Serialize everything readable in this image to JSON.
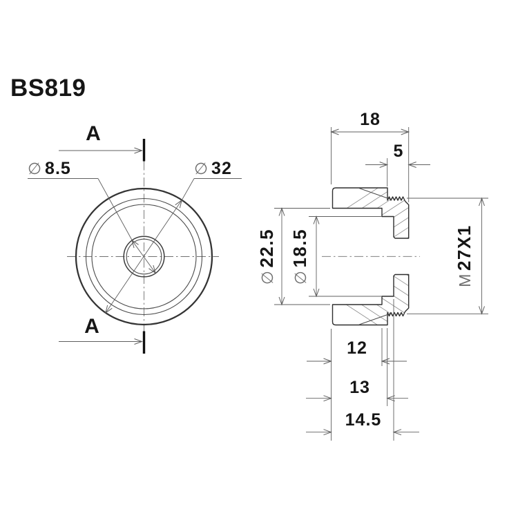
{
  "title": "BS819",
  "front_view": {
    "section_label_top": "A",
    "section_label_bottom": "A",
    "dim_hole": {
      "symbol": "∅",
      "value": "8.5"
    },
    "dim_outer": {
      "symbol": "∅",
      "value": "32"
    }
  },
  "side_view": {
    "dim_overall_width": "18",
    "dim_thread_length": "5",
    "dim_bore_major": {
      "symbol": "∅",
      "value": "22.5"
    },
    "dim_bore_minor": {
      "symbol": "∅",
      "value": "18.5"
    },
    "dim_thread": {
      "symbol": "M",
      "value": "27X1"
    },
    "dim_bore_depth": "12",
    "dim_flange_width": "13",
    "dim_minor_depth": "14.5"
  },
  "colors": {
    "background": "#ffffff",
    "object_line": "#2e2e2e",
    "dimension_line": "#5f5f5f",
    "text": "#161616"
  }
}
